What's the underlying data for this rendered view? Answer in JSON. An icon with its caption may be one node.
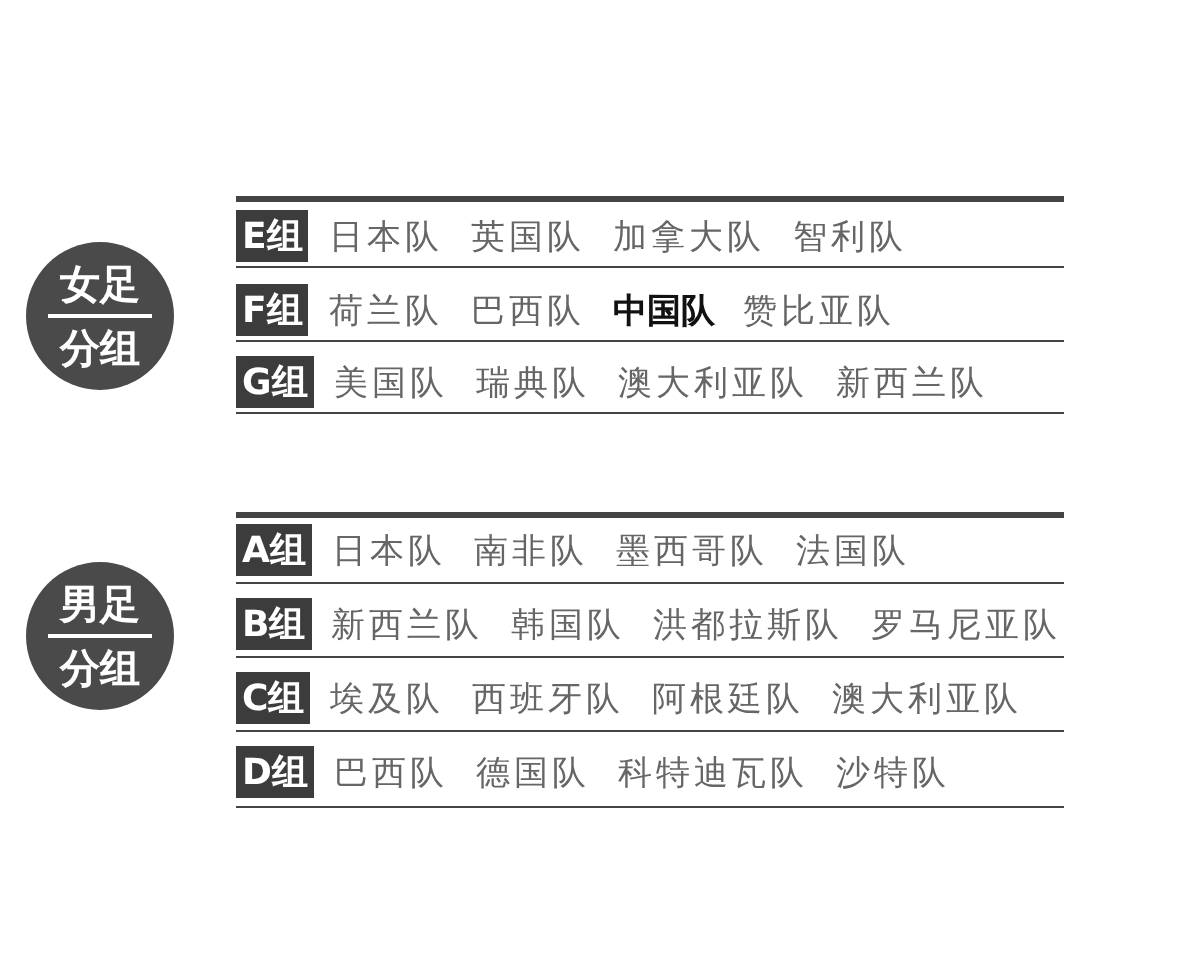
{
  "diagram": {
    "nodes": [
      {
        "text": [
          "女足",
          "分组"
        ]
      },
      {
        "text": [
          "男足",
          "分组"
        ]
      }
    ],
    "labels": [
      "E组",
      "日本队",
      "英国队",
      "加拿大队",
      "智利队",
      "F组",
      "荷兰队",
      "巴西队",
      "中国队",
      "赞比亚队",
      "G组",
      "美国队",
      "瑞典队",
      "澳大利亚队",
      "新西兰队",
      "A组",
      "日本队",
      "南非队",
      "墨西哥队",
      "法国队",
      "B组",
      "新西兰队",
      "韩国队",
      "洪都拉斯队",
      "罗马尼亚队",
      "C组",
      "埃及队",
      "西班牙队",
      "阿根廷队",
      "澳大利亚队",
      "D组",
      "巴西队",
      "德国队",
      "科特迪瓦队",
      "沙特队"
    ]
  }
}
